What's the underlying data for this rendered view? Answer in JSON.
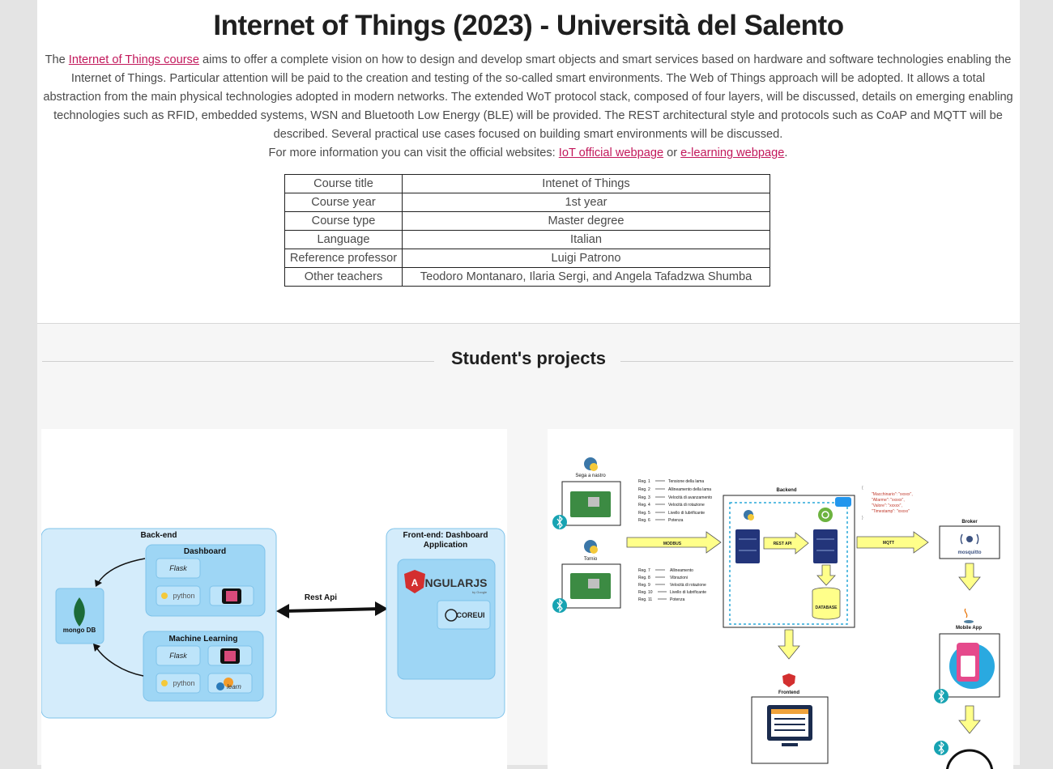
{
  "header": {
    "title": "Internet of Things (2023) - Università del Salento"
  },
  "intro": {
    "p1_before": "The ",
    "p1_link": "Internet of Things course",
    "p1_after": " aims to offer a complete vision on how to design and develop smart objects and smart services based on hardware and software technologies enabling the Internet of Things. Particular attention will be paid to the creation and testing of the so-called smart environments. The Web of Things approach will be adopted. It allows a total abstraction from the main physical technologies adopted in modern networks. The extended WoT protocol stack, composed of four layers, will be discussed, details on emerging enabling technologies such as RFID, embedded systems, WSN and Bluetooth Low Energy (BLE) will be provided. The REST architectural style and protocols such as CoAP and MQTT will be described. Several practical use cases focused on building smart environments will be discussed.",
    "p2_before": "For more information you can visit the official websites: ",
    "p2_link1": "IoT official webpage",
    "p2_mid": " or ",
    "p2_link2": "e-learning webpage",
    "p2_after": "."
  },
  "course_table": {
    "rows": [
      {
        "key": "Course title",
        "value": "Intenet of Things"
      },
      {
        "key": "Course year",
        "value": "1st year"
      },
      {
        "key": "Course type",
        "value": "Master degree"
      },
      {
        "key": "Language",
        "value": "Italian"
      },
      {
        "key": "Reference professor",
        "value": "Luigi Patrono"
      },
      {
        "key": "Other teachers",
        "value": "Teodoro Montanaro, Ilaria Sergi, and Angela Tafadzwa Shumba"
      }
    ]
  },
  "projects": {
    "section_title": "Student's projects",
    "project1": {
      "backend_label": "Back-end",
      "dashboard_label": "Dashboard",
      "ml_label": "Machine Learning",
      "frontend_label_1": "Front-end: Dashboard",
      "frontend_label_2": "Application",
      "rest_label": "Rest Api",
      "flask": "Flask",
      "python": "python",
      "learn": "learn",
      "mongo": "mongo DB",
      "angular": "NGULARJS",
      "angular_a": "A",
      "google": "by Google",
      "coreui": "COREUI",
      "colors": {
        "panel": "#d4ecfb",
        "box": "#9ed6f5",
        "inner": "#bde4fa",
        "border": "#7fc3ea"
      }
    },
    "project2": {
      "sega": "Sega a nastro",
      "tornio": "Tornio",
      "backend": "Backend",
      "broker": "Broker",
      "mobile": "Mobile App",
      "frontend": "Frontend",
      "modbus": "MODBUS",
      "rest_api": "REST API",
      "mqtt": "MQTT",
      "database": "DATABASE",
      "mosquitto": "mosquitto",
      "regs1": [
        {
          "reg": "Reg. 1",
          "label": "Tensione della lama"
        },
        {
          "reg": "Reg. 2",
          "label": "Allineamento della lama"
        },
        {
          "reg": "Reg. 3",
          "label": "Velocità di avanzamento"
        },
        {
          "reg": "Reg. 4",
          "label": "Velocità di rotazione"
        },
        {
          "reg": "Reg. 5",
          "label": "Livello di lubrificante"
        },
        {
          "reg": "Reg. 6",
          "label": "Potenza"
        }
      ],
      "regs2": [
        {
          "reg": "Reg. 7",
          "label": "Allineamento"
        },
        {
          "reg": "Reg. 8",
          "label": "Vibrazioni"
        },
        {
          "reg": "Reg. 9",
          "label": "Velocità di rotazione"
        },
        {
          "reg": "Reg. 10",
          "label": "Livello di lubrificante"
        },
        {
          "reg": "Reg. 11",
          "label": "Potenza"
        }
      ],
      "json_lines": [
        "{",
        "\"Macchinario\": \"xxxxx\",",
        "\"Allarme\": \"xxxxx\",",
        "\"Valore\": \"xxxxx\",",
        "\"Timestamp\": \"xxxxx\"",
        "}"
      ],
      "colors": {
        "arrow": "#ffff8a",
        "arrow_stroke": "#555555",
        "server": "#23357a",
        "bt": "#17a3b2",
        "dash": "#29a8d8"
      }
    }
  }
}
